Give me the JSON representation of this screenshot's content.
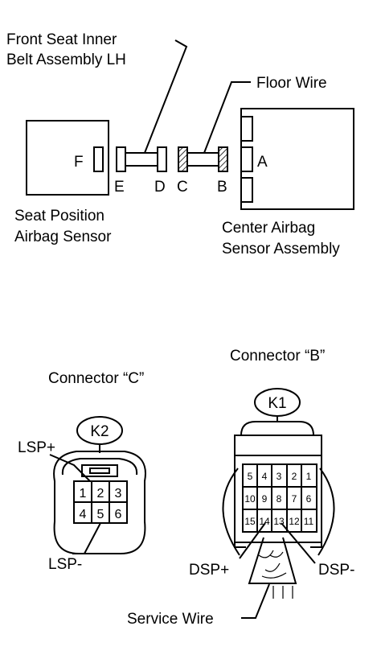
{
  "labels": {
    "inner_belt_line1": "Front Seat Inner",
    "inner_belt_line2": "Belt Assembly LH",
    "floor_wire": "Floor Wire",
    "conn_F": "F",
    "conn_E": "E",
    "conn_D": "D",
    "conn_C": "C",
    "conn_B": "B",
    "conn_A": "A",
    "seat_sensor_line1": "Seat Position",
    "seat_sensor_line2": "Airbag Sensor",
    "center_sensor_line1": "Center Airbag",
    "center_sensor_line2": "Sensor Assembly",
    "connector_c_title": "Connector “C”",
    "connector_b_title": "Connector “B”",
    "k2": "K2",
    "k1": "K1",
    "lsp_plus": "LSP+",
    "lsp_minus": "LSP-",
    "dsp_plus": "DSP+",
    "dsp_minus": "DSP-",
    "service_wire": "Service Wire"
  },
  "connector_c_pins": [
    "1",
    "2",
    "3",
    "4",
    "5",
    "6"
  ],
  "connector_b_pins": {
    "row1": [
      "5",
      "4",
      "3",
      "2",
      "1"
    ],
    "row2": [
      "10",
      "9",
      "8",
      "7",
      "6"
    ],
    "row3": [
      "15",
      "14",
      "13",
      "12",
      "11"
    ]
  },
  "colors": {
    "line": "#000000",
    "background": "#ffffff",
    "hatch": "#000000"
  }
}
